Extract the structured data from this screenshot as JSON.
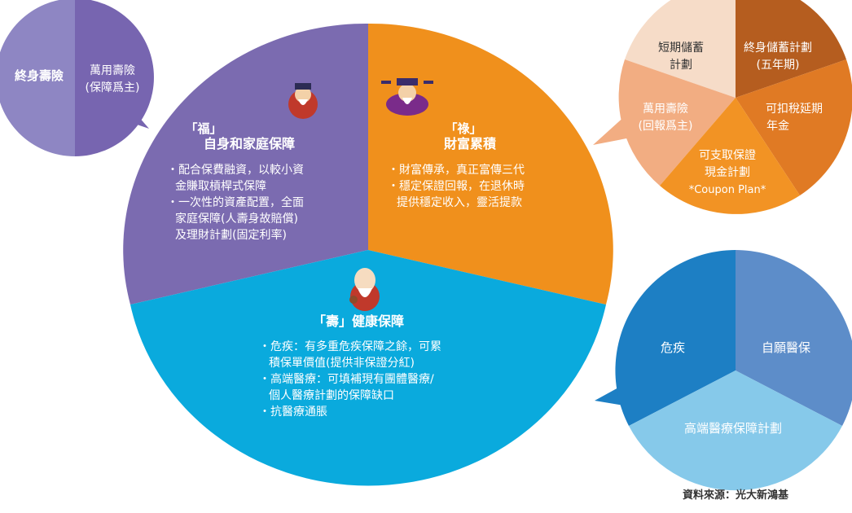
{
  "colors": {
    "purple": "#7b6bb0",
    "orange": "#f0901c",
    "blue": "#0aaadd",
    "lavender_light": "#8e86c3",
    "lavender_dark": "#7765b0",
    "peach_light": "#f6dcc8",
    "brown": "#b55d1f",
    "peach": "#f2ad82",
    "orange_mid": "#e07a24",
    "orange_bright": "#f29324",
    "blue_dark": "#1d7fc4",
    "blue_mid": "#5d8dc9",
    "blue_light": "#86c9ea",
    "source_text": "#333333"
  },
  "main_pie": {
    "fu": {
      "icon": "fu-god-icon",
      "title1": "「福」",
      "title2": "自身和家庭保障",
      "lines": [
        "・配合保費融資，以較小資",
        "金賺取槓桿式保障",
        "・一次性的資產配置，全面",
        "家庭保障(人壽身故賠償)",
        "及理財計劃(固定利率)"
      ]
    },
    "lu": {
      "icon": "lu-god-icon",
      "title1": "「祿」",
      "title2": "財富累積",
      "lines": [
        "・財富傳承，真正富傳三代",
        "・穩定保證回報，在退休時",
        "提供穩定收入，靈活提款"
      ]
    },
    "shou": {
      "icon": "shou-god-icon",
      "title": "「壽」健康保障",
      "lines": [
        "・危疾：有多重危疾保障之餘，可累",
        "積保單價值(提供非保證分紅)",
        "・高端醫療：可填補現有團體醫療/",
        "個人醫療計劃的保障缺口",
        "・抗醫療通脹"
      ]
    }
  },
  "life_pie": {
    "left": "終身壽險",
    "right_line1": "萬用壽險",
    "right_line2": "(保障爲主)"
  },
  "wealth_pie": {
    "short_term_1": "短期儲蓄",
    "short_term_2": "計劃",
    "whole_life_1": "終身儲蓄計劃",
    "whole_life_2": "(五年期)",
    "ul_return_1": "萬用壽險",
    "ul_return_2": "(回報爲主)",
    "tax_1": "可扣稅延期",
    "tax_2": "年金",
    "coupon_1": "可支取保證",
    "coupon_2": "現金計劃",
    "coupon_3": "*Coupon Plan*"
  },
  "health_pie": {
    "critical": "危疾",
    "vhis": "自願醫保",
    "high_end": "高端醫療保障計劃"
  },
  "source": "資料來源：光大新鴻基"
}
